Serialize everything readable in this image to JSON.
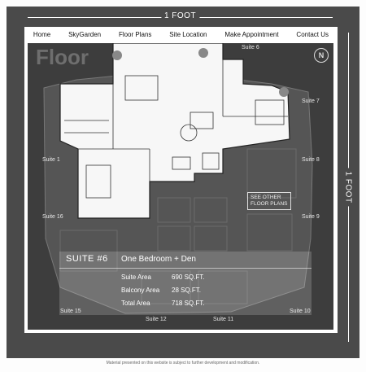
{
  "dimensions": {
    "top_label": "1 FOOT",
    "right_label": "1 FOOT"
  },
  "nav": [
    "Home",
    "SkyGarden",
    "Floor Plans",
    "Site Location",
    "Make Appointment",
    "Contact Us"
  ],
  "plan": {
    "title": "Floor",
    "compass_label": "N",
    "suite_labels": [
      "Suite 6",
      "Suite 7",
      "Suite 8",
      "Suite 9",
      "Suite 10",
      "Suite 11",
      "Suite 12",
      "Suite 15",
      "Suite 16",
      "Suite 1"
    ],
    "see_other": "SEE OTHER FLOOR PLANS"
  },
  "info": {
    "suite": "SUITE #6",
    "type": "One Bedroom + Den",
    "rows": [
      {
        "label": "Suite Area",
        "value": "690 SQ.FT."
      },
      {
        "label": "Balcony Area",
        "value": "28 SQ.FT."
      },
      {
        "label": "Total Area",
        "value": "718 SQ.FT."
      }
    ]
  },
  "footer": "Material presented on this website is subject to further development and modification."
}
